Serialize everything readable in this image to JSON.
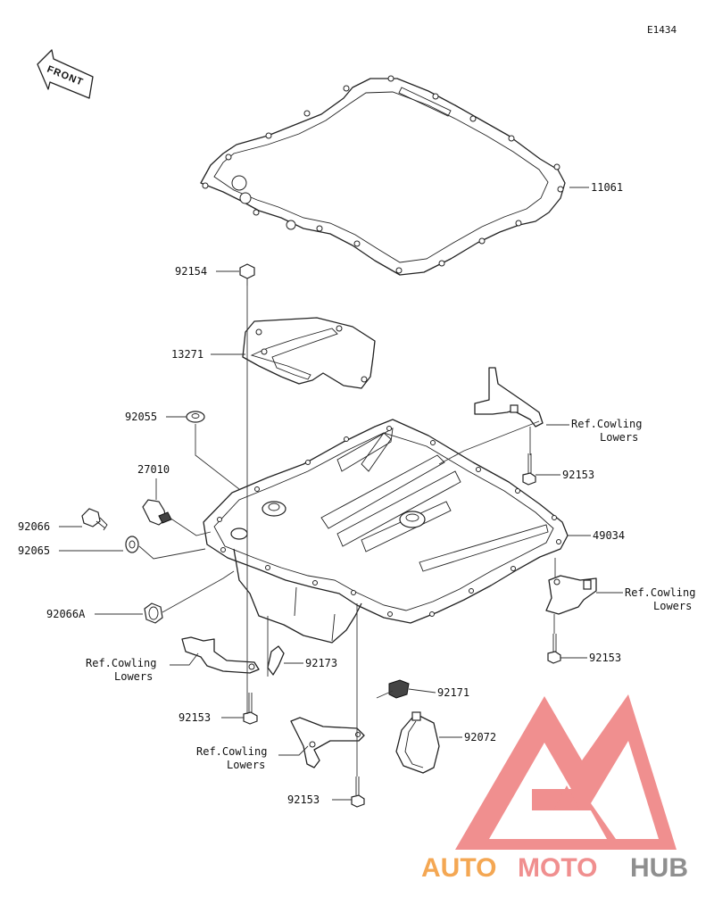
{
  "diagram_code": "E1434",
  "front_label": "FRONT",
  "labels": {
    "p11061": "11061",
    "p92154": "92154",
    "p13271": "13271",
    "p92055": "92055",
    "p27010": "27010",
    "p92066": "92066",
    "p92065": "92065",
    "p92066A": "92066A",
    "ref_cowling_1a": "Ref.Cowling",
    "ref_cowling_1b": "Lowers",
    "p92153_a": "92153",
    "p49034": "49034",
    "ref_cowling_2a": "Ref.Cowling",
    "ref_cowling_2b": "Lowers",
    "p92153_b": "92153",
    "ref_cowling_3a": "Ref.Cowling",
    "ref_cowling_3b": "Lowers",
    "p92173": "92173",
    "p92153_c": "92153",
    "p92171": "92171",
    "p92072": "92072",
    "ref_cowling_4a": "Ref.Cowling",
    "ref_cowling_4b": "Lowers",
    "p92153_d": "92153"
  },
  "watermark": {
    "word_part1": "AUTO",
    "word_part2": "MOTO",
    "word_part3": "HUB",
    "color_accent": "#f4a34a",
    "color_red": "#f08a8a",
    "color_gray": "#8a8a8a"
  }
}
